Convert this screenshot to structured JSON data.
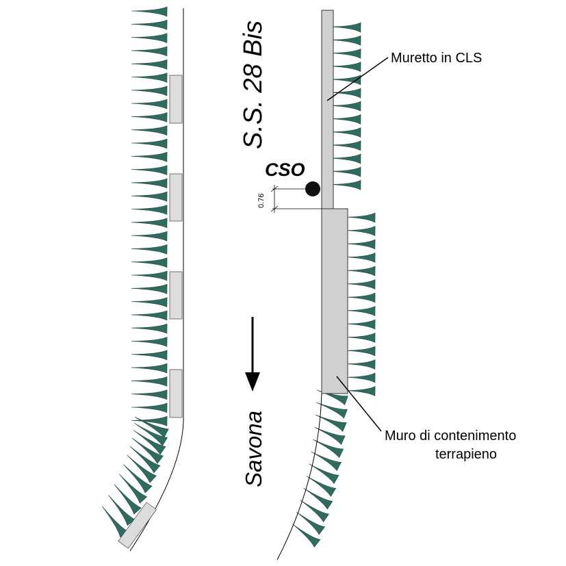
{
  "road_name": "S.S. 28 Bis",
  "point_label": "CSO",
  "offset_dimension": "0.76",
  "direction_label": "Savona",
  "callouts": {
    "wall_top": "Muretto in CLS",
    "wall_bottom_line1": "Muro di contenimento",
    "wall_bottom_line2": "terrapieno"
  },
  "colors": {
    "vegetation": "#2f6b5e",
    "vegetation_dark": "#1f4f44",
    "wall_fill": "#d4d4d4",
    "line": "#000000"
  }
}
